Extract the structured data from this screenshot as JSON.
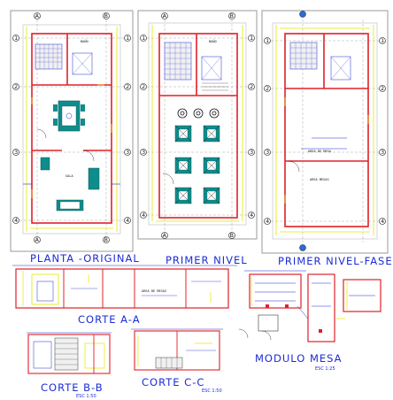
{
  "plans": {
    "plan1": {
      "title": "PLANTA -ORIGINAL",
      "room_label_top": "BAÑO",
      "room_label_living": "SALA"
    },
    "plan2": {
      "title": "PRIMER NIVEL",
      "room_label_top": "BAÑO"
    },
    "plan3": {
      "title": "PRIMER NIVEL-FASE I",
      "room_label_mid": "AREA DE MESA",
      "room_label_low": "AREA MESAS"
    },
    "axis_letters": [
      "A",
      "B"
    ],
    "axis_numbers": [
      "1",
      "2",
      "3",
      "4"
    ]
  },
  "sections": {
    "corte_aa": {
      "title": "CORTE   A-A",
      "note": "AREA DE MESAS"
    },
    "corte_bb": {
      "title": "CORTE  B-B",
      "scale": "ESC 1:50"
    },
    "corte_cc": {
      "title": "CORTE  C-C",
      "scale": "ESC 1:50"
    },
    "modulo": {
      "title": "MODULO MESA",
      "scale": "ESC 1:25"
    }
  },
  "colors": {
    "wall_red": "#e0202a",
    "dim_yellow": "#e6e600",
    "line_blue": "#1d2bd6",
    "frame_gray": "#9a9a9a",
    "furniture_teal": "#0f8c8c",
    "axis_black": "#111111"
  }
}
